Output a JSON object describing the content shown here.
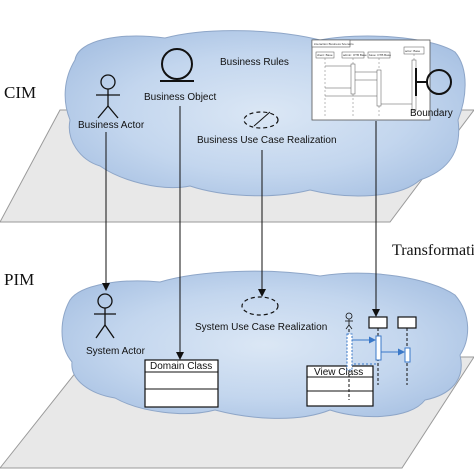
{
  "levels": {
    "cim": "CIM",
    "pim": "PIM"
  },
  "transformation_label": "Transformati",
  "cim": {
    "business_actor": "Business Actor",
    "business_object": "Business Object",
    "business_rules": "Business Rules",
    "business_use_case_realization": "Business Use Case Realization",
    "boundary": "Boundary",
    "seq_thumbnail": {
      "frame_title": "interaction  Business Scenario",
      "lifeline_1": "client: Base",
      "lifeline_2": "admin: OTB Base",
      "lifeline_3": "base: OTB Base",
      "lifeline_4": "actor: Base"
    }
  },
  "pim": {
    "system_actor": "System Actor",
    "system_use_case_realization": "System Use Case Realization",
    "domain_class": "Domain Class",
    "view_class": "View Class"
  },
  "colors": {
    "cloud_fill": "#c6d8ee",
    "cloud_stroke": "#8ea6c8",
    "plane_fill": "#e6e6e6",
    "plane_stroke": "#9a9a9a",
    "lifeline_blue": "#3a78c8"
  }
}
